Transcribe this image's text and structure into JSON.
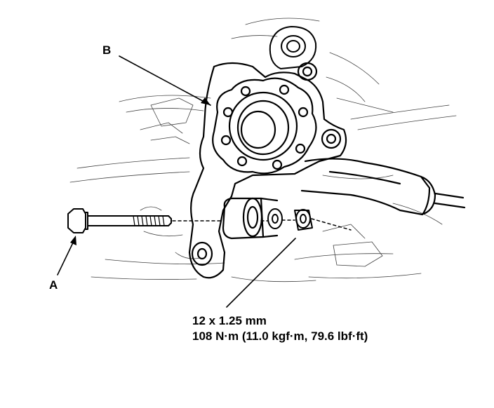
{
  "callouts": {
    "a": "A",
    "b": "B"
  },
  "spec": {
    "size": "12 x 1.25 mm",
    "torque": "108 N·m (11.0 kgf·m, 79.6 lbf·ft)"
  },
  "colors": {
    "ink": "#000000",
    "paper": "#ffffff"
  }
}
